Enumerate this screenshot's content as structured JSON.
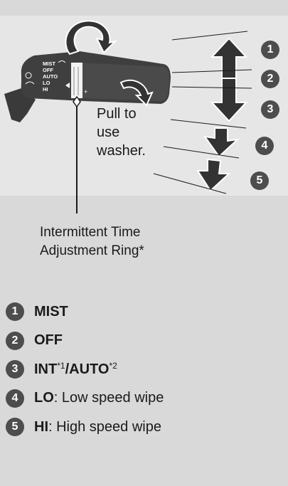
{
  "diagram": {
    "wash_instruction": "Pull to\nuse\nwasher.",
    "ring_label_line1": "Intermittent Time",
    "ring_label_line2": "Adjustment Ring*",
    "stalk_marks": [
      "MIST",
      "OFF",
      "AUTO",
      "LO",
      "HI"
    ],
    "callouts": [
      "1",
      "2",
      "3",
      "4",
      "5"
    ]
  },
  "legend": [
    {
      "num": "1",
      "bold": "MIST",
      "rest": ""
    },
    {
      "num": "2",
      "bold": "OFF",
      "rest": ""
    },
    {
      "num": "3",
      "bold": "INT",
      "sup1": "*1",
      "mid": "/",
      "bold2": "AUTO",
      "sup2": "*2"
    },
    {
      "num": "4",
      "bold": "LO",
      "rest": ": Low speed wipe"
    },
    {
      "num": "5",
      "bold": "HI",
      "rest": ": High speed wipe"
    }
  ],
  "colors": {
    "badge": "#4d4d4d",
    "panel": "#e6e6e6",
    "page": "#d9d9d9",
    "stalk": "#3a3a3a"
  }
}
